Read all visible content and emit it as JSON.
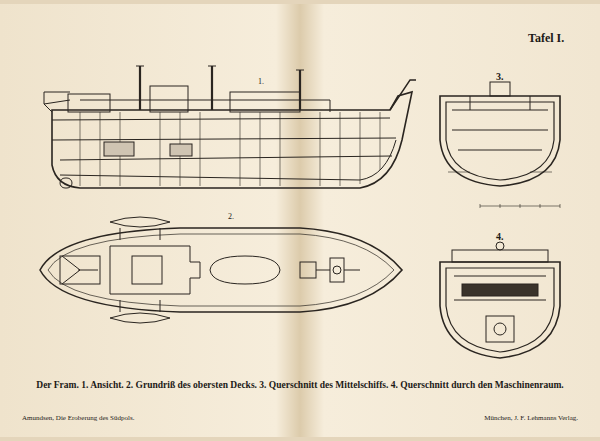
{
  "diagram": {
    "caption": "Der Fram. 1. Ansicht. 2. Grundriß des obersten Decks. 3. Querschnitt des Mittelschiffs. 4. Querschnitt durch den Maschinenraum.",
    "labels": [
      "Tafel I.",
      "1.",
      "2.",
      "3.",
      "4.",
      "Amundsen, Die Eroberung des Südpols.",
      "München, J. F. Lehmanns Verlag."
    ]
  }
}
